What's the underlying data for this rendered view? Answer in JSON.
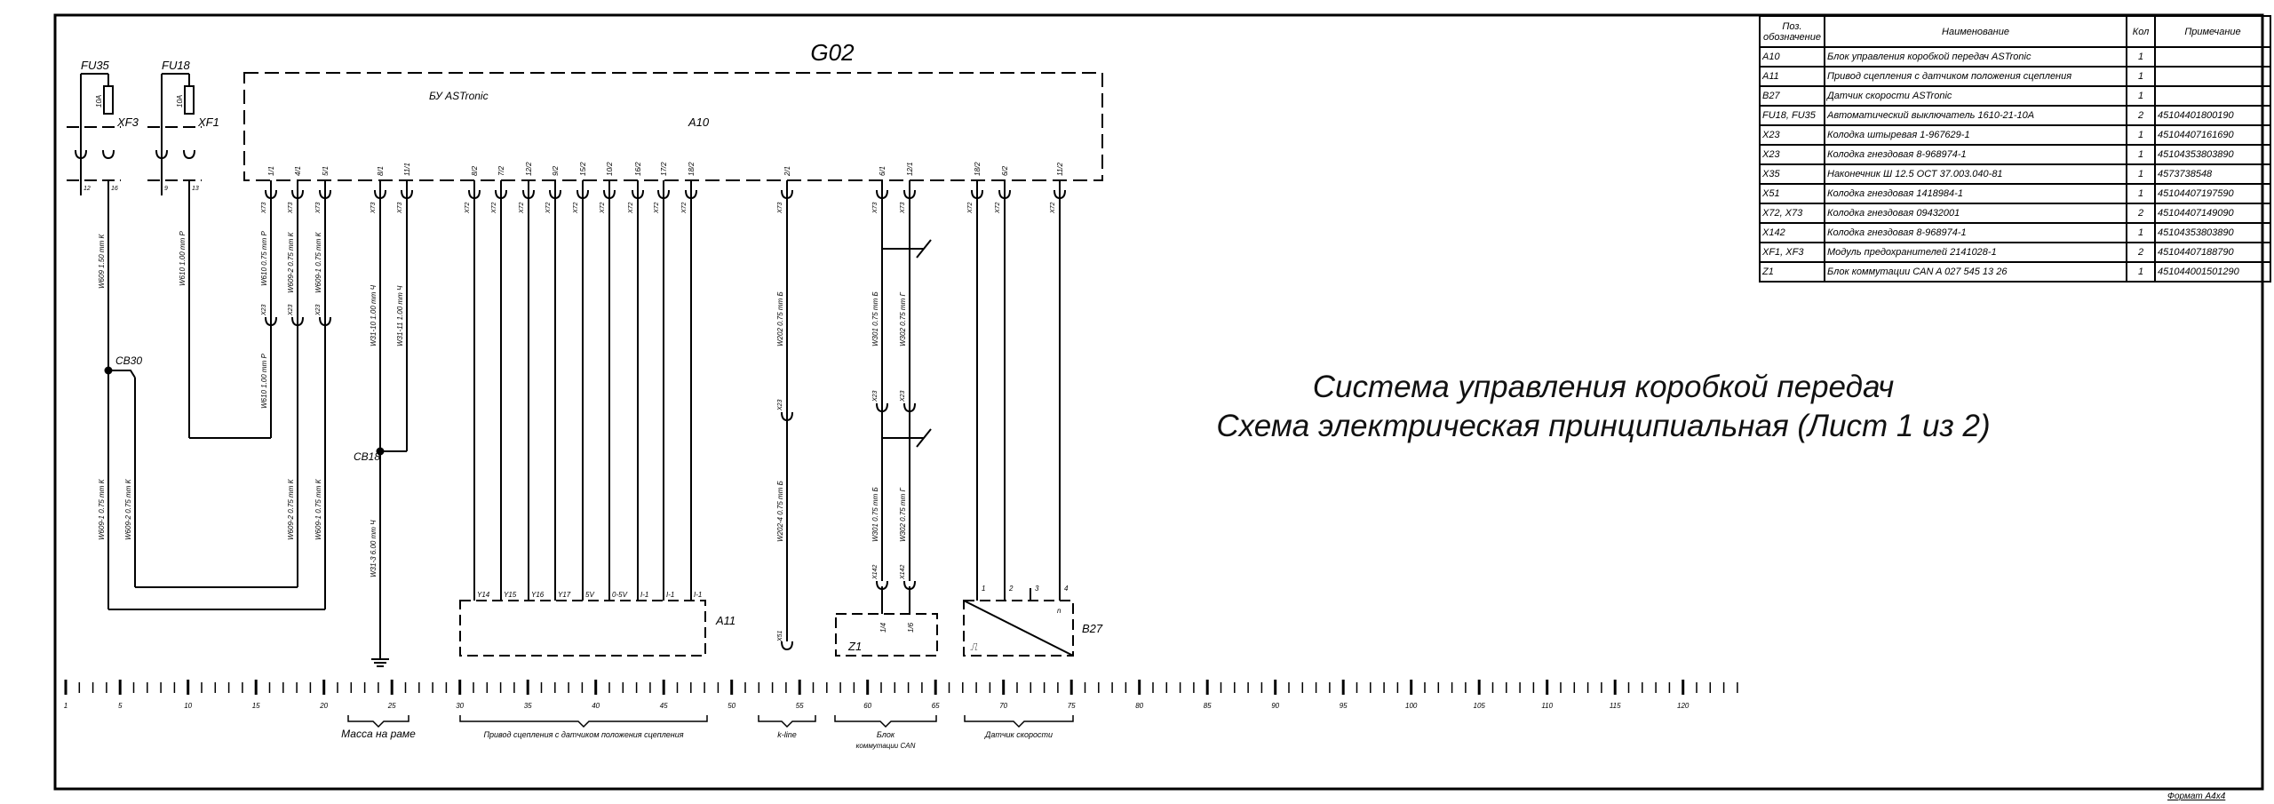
{
  "sheet_title": "G02",
  "caption": {
    "line1": "Система управления коробкой передач",
    "line2": "Схема электрическая принципиальная (Лист 1 из 2)"
  },
  "format_label": "Формат А4х4",
  "fuses": [
    {
      "label": "FU35",
      "rating": "10A",
      "module": "XF3",
      "pins": [
        "12",
        "16"
      ]
    },
    {
      "label": "FU18",
      "rating": "10A",
      "module": "XF1",
      "pins": [
        "9",
        "13"
      ]
    }
  ],
  "a10": {
    "name": "БУ ASTronic",
    "ref": "A10",
    "pins": [
      "1/1",
      "4/1",
      "5/1",
      "8/1",
      "11/1",
      "8/2",
      "7/2",
      "12/2",
      "9/2",
      "15/2",
      "10/2",
      "16/2",
      "17/2",
      "18/2",
      "2/1",
      "6/1",
      "12/1",
      "18/2",
      "6/2",
      "11/2"
    ]
  },
  "nodes": [
    "CB30",
    "CB18"
  ],
  "connectors": {
    "x73": "X73",
    "x72": "X72",
    "x23": "X23",
    "x142": "X142",
    "x51": "X51"
  },
  "wires": [
    "W609  1.50 mm  К",
    "W609-1  0.75 mm  К",
    "W609-2  0.75 mm  К",
    "W610  1.00 mm  Р",
    "W610  0.75 mm  Р",
    "W610  1.00 mm  Р",
    "W609-2  0.75 mm  К",
    "W609-1  0.75 mm  К",
    "W609-2  0.75 mm  К",
    "W609-1  0.75 mm  К",
    "W31-10  1.00 mm  Ч",
    "W31-11  1.00 mm  Ч",
    "W31-3  6.00 mm  Ч",
    "W202  0.75 mm  Б",
    "W202-4  0.75 mm  Б",
    "W301  0.75 mm  Б",
    "W302  0.75 mm  Г",
    "W301  0.75 mm  Б",
    "W302  0.75 mm  Г"
  ],
  "a11": {
    "ref": "A11",
    "pins": [
      "Y14",
      "Y15",
      "Y16",
      "Y17",
      "5V",
      "0-5V",
      "I-1",
      "I-1",
      "I-1"
    ]
  },
  "z1": {
    "ref": "Z1",
    "pins": [
      "1/4",
      "1/6"
    ]
  },
  "b27": {
    "ref": "B27",
    "pins": [
      "1",
      "2",
      "3",
      "4"
    ],
    "mark": "n",
    "pulse": "⎍"
  },
  "ruler": {
    "count": 124,
    "labels": [
      "1",
      "5",
      "10",
      "15",
      "20",
      "25",
      "30",
      "35",
      "40",
      "45",
      "50",
      "55",
      "60",
      "65",
      "70",
      "75",
      "80",
      "85",
      "90",
      "95",
      "100",
      "105",
      "110",
      "115",
      "120"
    ]
  },
  "groups": [
    {
      "label": "Масса на раме"
    },
    {
      "label": "Привод сцепления с датчиком положения сцепления"
    },
    {
      "label": "k-line"
    },
    {
      "label": "Блок",
      "label2": "коммутации CAN"
    },
    {
      "label": "Датчик скорости"
    }
  ],
  "bom": {
    "headers": {
      "pos1": "Поз.",
      "pos2": "обозначение",
      "name": "Наименование",
      "qty": "Кол",
      "note": "Примечание"
    },
    "rows": [
      {
        "pos": "A10",
        "name": "Блок управления коробкой передач ASTronic",
        "qty": "1",
        "note": ""
      },
      {
        "pos": "A11",
        "name": "Привод сцепления с датчиком положения сцепления",
        "qty": "1",
        "note": ""
      },
      {
        "pos": "B27",
        "name": "Датчик скорости ASTronic",
        "qty": "1",
        "note": ""
      },
      {
        "pos": "FU18, FU35",
        "name": "Автоматический выключатель 1610-21-10А",
        "qty": "2",
        "note": "45104401800190"
      },
      {
        "pos": "X23",
        "name": "Колодка штыревая 1-967629-1",
        "qty": "1",
        "note": "45104407161690"
      },
      {
        "pos": "X23",
        "name": "Колодка гнездовая 8-968974-1",
        "qty": "1",
        "note": "45104353803890"
      },
      {
        "pos": "X35",
        "name": "Наконечник Ш 12.5 ОСТ 37.003.040-81",
        "qty": "1",
        "note": "4573738548"
      },
      {
        "pos": "X51",
        "name": "Колодка гнездовая 1418984-1",
        "qty": "1",
        "note": "45104407197590"
      },
      {
        "pos": "X72, X73",
        "name": "Колодка гнездовая 09432001",
        "qty": "2",
        "note": "45104407149090"
      },
      {
        "pos": "X142",
        "name": "Колодка гнездовая 8-968974-1",
        "qty": "1",
        "note": "45104353803890"
      },
      {
        "pos": "XF1, XF3",
        "name": "Модуль предохранителей 2141028-1",
        "qty": "2",
        "note": "45104407188790"
      },
      {
        "pos": "Z1",
        "name": "Блок коммутации CAN A 027 545 13 26",
        "qty": "1",
        "note": "451044001501290"
      }
    ]
  }
}
